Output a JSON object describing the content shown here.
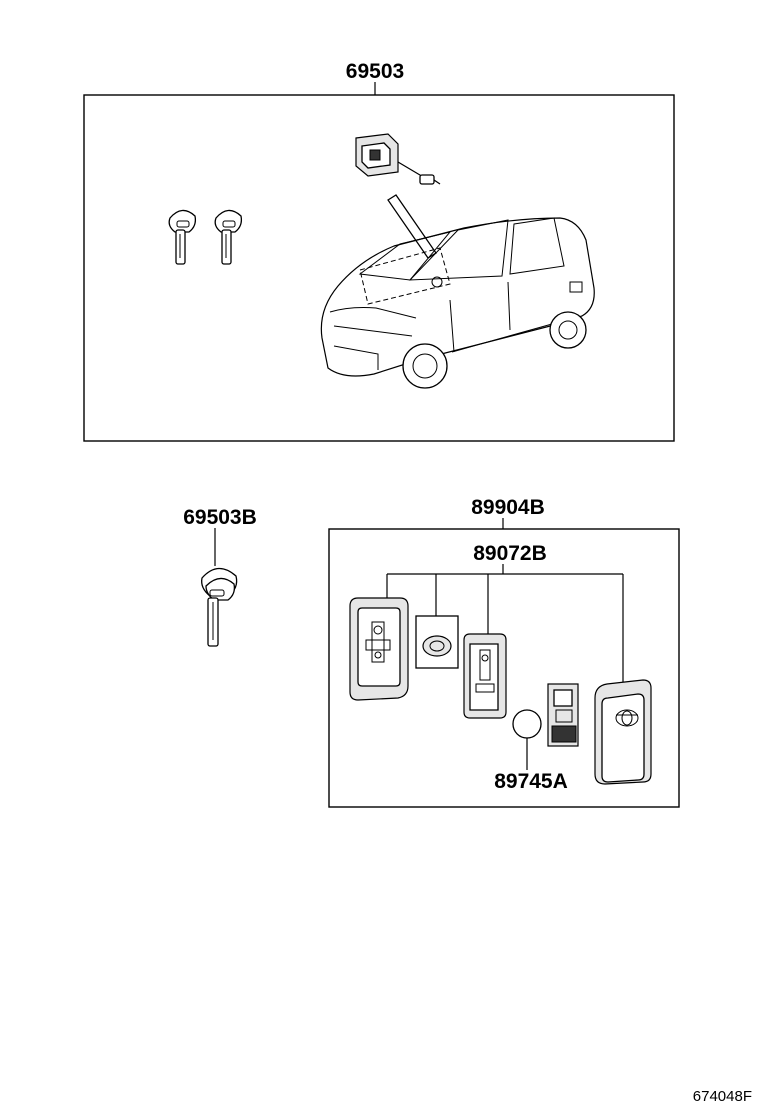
{
  "labels": {
    "key_set": "69503",
    "spare_key": "69503B",
    "smart_key_assy": "89904B",
    "transmitter_housing": "89072B",
    "battery": "89745A",
    "illustration_code": "674048F"
  }
}
